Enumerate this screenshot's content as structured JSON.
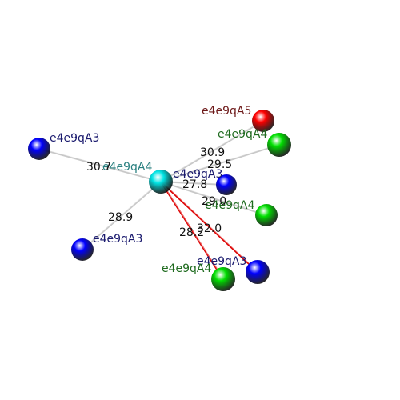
{
  "center_atom": {
    "label": "e4e9qA4",
    "color": "#00e5e5",
    "label_color": "#2a8080"
  },
  "neighbors": [
    {
      "id": "n1",
      "label": "e4e9qA3",
      "color": "#0000ff",
      "label_color": "#1a1a6e",
      "distance": "30.7",
      "bond_color": "#c8c8c8"
    },
    {
      "id": "n2",
      "label": "e4e9qA5",
      "color": "#ff0000",
      "label_color": "#6e1a1a",
      "distance": "30.9",
      "bond_color": "#c8c8c8"
    },
    {
      "id": "n3",
      "label": "e4e9qA4",
      "color": "#00e000",
      "label_color": "#1f6b1f",
      "distance": "29.5",
      "bond_color": "#c8c8c8"
    },
    {
      "id": "n4",
      "label": "e4e9qA3",
      "color": "#0000ff",
      "label_color": "#1a1a6e",
      "distance": "27.8",
      "bond_color": "#c8c8c8"
    },
    {
      "id": "n5",
      "label": "e4e9qA4",
      "color": "#00e000",
      "label_color": "#1f6b1f",
      "distance": "29.0",
      "bond_color": "#c8c8c8"
    },
    {
      "id": "n6",
      "label": "e4e9qA3",
      "color": "#0000ff",
      "label_color": "#1a1a6e",
      "distance": "28.9",
      "bond_color": "#c8c8c8"
    },
    {
      "id": "n7",
      "label": "e4e9qA3",
      "color": "#0000ff",
      "label_color": "#1a1a6e",
      "distance": "32.0",
      "bond_color": "#dd0000"
    },
    {
      "id": "n8",
      "label": "e4e9qA4",
      "color": "#00e000",
      "label_color": "#1f6b1f",
      "distance": "28.2",
      "bond_color": "#dd0000"
    }
  ]
}
